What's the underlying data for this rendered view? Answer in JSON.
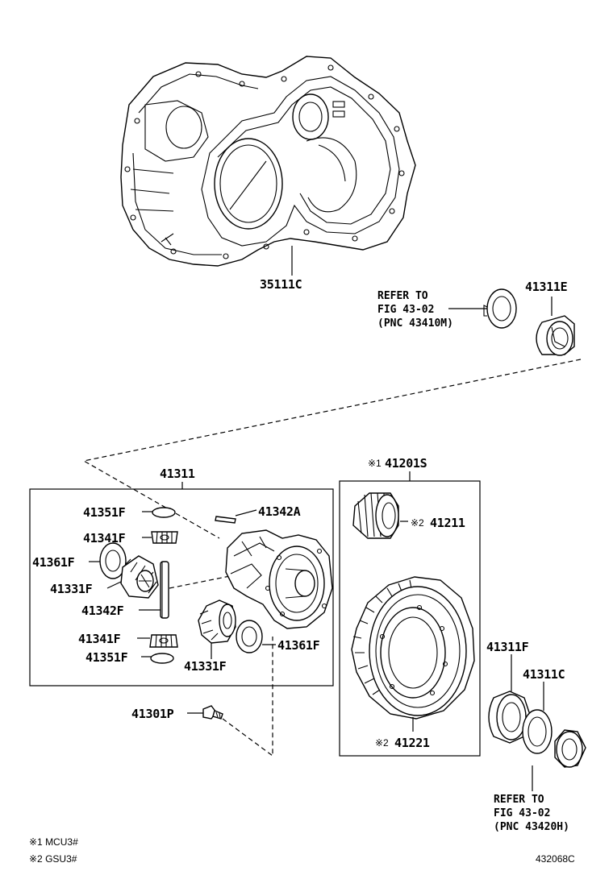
{
  "labels": {
    "p35111c": "35111C",
    "p41311e": "41311E",
    "p41311": "41311",
    "p41201s": "41201S",
    "p41351f_top": "41351F",
    "p41342a": "41342A",
    "p41341f_top": "41341F",
    "p41361f_left": "41361F",
    "p41331f_left": "41331F",
    "p41342f": "41342F",
    "p41341f_bot": "41341F",
    "p41351f_bot": "41351F",
    "p41331f_bot": "41331F",
    "p41361f_right": "41361F",
    "p41211": "41211",
    "p41221": "41221",
    "p41301p": "41301P",
    "p41311f": "41311F",
    "p41311c": "41311C"
  },
  "marks": {
    "m1": "※1",
    "m2": "※2"
  },
  "refer_top": {
    "line1": "REFER TO",
    "line2": "FIG 43-02",
    "line3": "(PNC 43410M)"
  },
  "refer_bottom": {
    "line1": "REFER TO",
    "line2": "FIG 43-02",
    "line3": "(PNC 43420H)"
  },
  "notes": {
    "n1": "※1 MCU3#",
    "n2": "※2 GSU3#"
  },
  "diagram_code": "432068C"
}
